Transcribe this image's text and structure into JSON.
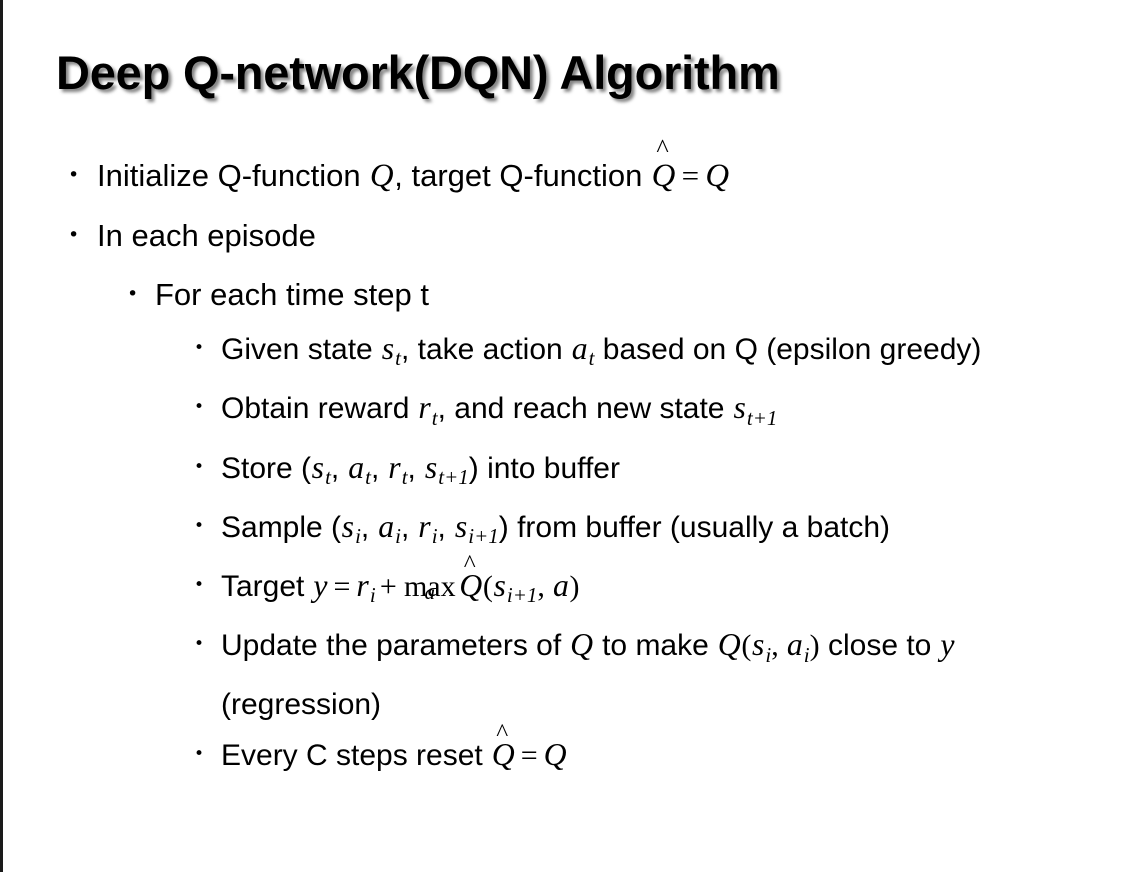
{
  "slide": {
    "title": "Deep Q-network(DQN) Algorithm",
    "background_color": "#ffffff",
    "text_color": "#000000",
    "edge_color": "#1a1a1a",
    "bullet_glyph": "•"
  },
  "content": {
    "b1": {
      "level": 1,
      "t1": "Initialize Q-function ",
      "q1": "Q",
      "t2": ", target Q-function ",
      "qhat": "Q",
      "hat_accent": "^",
      "eq": "=",
      "q2": "Q"
    },
    "b2": {
      "level": 1,
      "text": "In each episode"
    },
    "b3": {
      "level": 2,
      "text": "For each time step t"
    },
    "b4": {
      "level": 3,
      "t1": "Given state ",
      "s": "s",
      "s_sub": "t",
      "t2": ", take action ",
      "a": "a",
      "a_sub": "t",
      "t3": " based on Q (epsilon greedy)"
    },
    "b5": {
      "level": 3,
      "t1": "Obtain reward ",
      "r": "r",
      "r_sub": "t",
      "t2": ", and reach new state ",
      "s": "s",
      "s_sub": "t+1"
    },
    "b6": {
      "level": 3,
      "t1": "Store (",
      "s1": "s",
      "s1_sub": "t",
      "c1": ", ",
      "a1": "a",
      "a1_sub": "t",
      "c2": ", ",
      "r1": "r",
      "r1_sub": "t",
      "c3": ", ",
      "s2": "s",
      "s2_sub": "t+1",
      "t2": ") into buffer"
    },
    "b7": {
      "level": 3,
      "t1": "Sample (",
      "s1": "s",
      "s1_sub": "i",
      "c1": ", ",
      "a1": "a",
      "a1_sub": "i",
      "c2": ", ",
      "r1": "r",
      "r1_sub": "i",
      "c3": ", ",
      "s2": "s",
      "s2_sub": "i+1",
      "t2": ") from buffer (usually a batch)"
    },
    "b8": {
      "level": 3,
      "t1": "Target ",
      "y": "y",
      "eq": "=",
      "r": "r",
      "r_sub": "i",
      "plus": "+",
      "max": "max",
      "max_limit": "a",
      "qhat": "Q",
      "hat_accent": "^",
      "open": "(",
      "s": "s",
      "s_sub": "i+1",
      "comma": ", ",
      "a": "a",
      "close": ")"
    },
    "b9": {
      "level": 3,
      "t1": "Update the parameters of ",
      "q1": "Q",
      "t2": " to make ",
      "q2": "Q",
      "open": "(",
      "s": "s",
      "s_sub": "i",
      "comma": ", ",
      "a": "a",
      "a_sub": "i",
      "close": ")",
      "t3": " close to ",
      "y": "y",
      "t4": " (regression)"
    },
    "b10": {
      "level": 3,
      "t1": "Every C steps reset ",
      "qhat": "Q",
      "hat_accent": "^",
      "eq": "=",
      "q": "Q"
    }
  }
}
